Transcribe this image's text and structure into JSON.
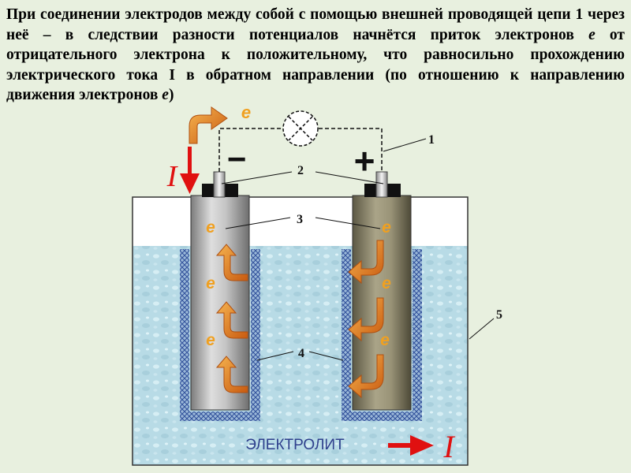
{
  "description": {
    "part1": "При соединении электродов между собой с помощью внешней проводящей цепи 1 через неё – в следствии разности потенциалов начнётся приток электронов ",
    "e1": "е",
    "part2": " от отрицательного электрона к положительному, что равносильно прохождению электрического тока I в обратном направлении (по отношению к направлению движения электронов ",
    "e2": "е",
    "part3": ")"
  },
  "symbols": {
    "minus": "−",
    "plus": "+",
    "electron": "е",
    "current": "I"
  },
  "labels": {
    "l1": "1",
    "l2": "2",
    "l3": "3",
    "l4": "4",
    "l5": "5"
  },
  "electrolyte_label": "ЭЛЕКТРОЛИТ",
  "colors": {
    "background": "#e8f0df",
    "electrolyte": "#b8dbe6",
    "electron": "#f0a020",
    "current_arrow": "#e01010",
    "arrow_orange": "#e07818",
    "left_electrode": "#b8b8b8",
    "right_electrode": "#908a70",
    "separator": "#3050a0"
  },
  "icons": [
    "lamp-icon",
    "electron-flow-arrow-icon",
    "current-arrow-icon"
  ]
}
